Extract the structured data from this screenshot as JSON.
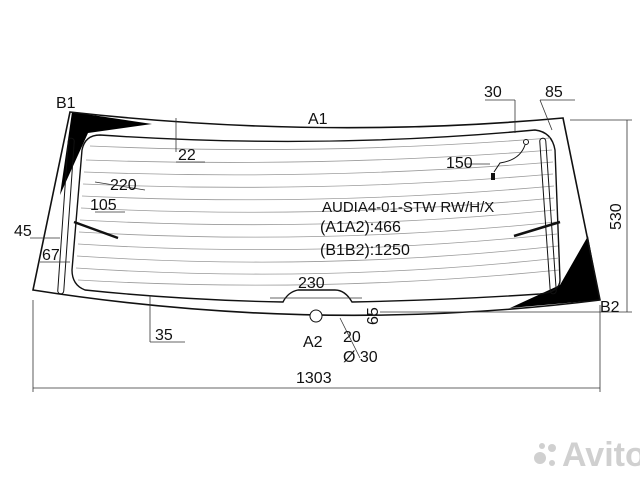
{
  "diagram": {
    "part_code": "AUDIA4-01-STW RW/H/X",
    "a1a2": "(A1A2):466",
    "b1b2": "(B1B2):1250",
    "points": {
      "a1": "A1",
      "a2": "A2",
      "b1": "B1",
      "b2": "B2"
    },
    "dimensions": {
      "width": "1303",
      "height": "530",
      "top_30": "30",
      "top_85": "85",
      "d22": "22",
      "d150": "150",
      "d220": "220",
      "d105": "105",
      "d45": "45",
      "d67": "67",
      "d230": "230",
      "d65": "65",
      "d35": "35",
      "d20": "20",
      "d30": "Ø 30"
    },
    "colors": {
      "line": "#111111",
      "fill": "#000000",
      "heating": "#9a9a9a"
    }
  },
  "watermark": {
    "text": "Avito"
  }
}
